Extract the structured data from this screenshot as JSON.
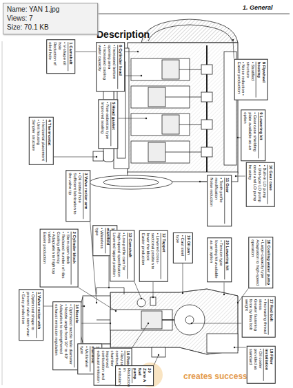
{
  "diagram": {
    "title": "Description",
    "nodes": [
      {
        "text": [
          "1 Camshaft",
          "• V-shape oil hole",
          "Reduction of oiled hole"
        ]
      },
      {
        "text": [
          "6 Cylinder head",
          "• Increased bottom opening area",
          "• Increased cooling water capacity"
        ]
      },
      {
        "text": [
          "5 Head gasket",
          "• Non-asbestos type",
          "Improved sealing"
        ]
      },
      {
        "text": [
          "4 Thermostat",
          "• Horizontal placement",
          "• Unit housing",
          "Simpler structure"
        ]
      },
      {
        "text": [
          "3 Valve rocker arm",
          "• Oil slotted hole",
          "Sufficient lubrication to the valve tip"
        ]
      },
      {
        "text": [
          "8 Flywheel housing",
          "• Stratified structure",
          "• Noise reduction • Easier production"
        ]
      },
      {
        "text": [
          "9 Lowering kit",
          "• Gear case shielding plate available as an option"
        ]
      },
      {
        "text": [
          "10 Gear case",
          "• Built-in LO pump",
          "• Unit-type LO pump cover and LO pump housing"
        ]
      },
      {
        "text": [
          "11 Gear",
          "• Tooth profile modification",
          "Noise reduction"
        ]
      },
      {
        "text": [
          "14 Exhaust manifold",
          "• Waterless type"
        ]
      },
      {
        "text": [
          "13 Camshaft",
          "• Low-profile cam for high-speed specification",
          "Lowered tappet position"
        ]
      },
      {
        "text": [
          "12 Tappet",
          "• Lowered cross-sectional position to lower the block",
          "Easier production"
        ]
      },
      {
        "text": [
          "19 Oil pan",
          "• Cast steel type"
        ]
      },
      {
        "text": [
          "20 Lowering kit",
          "• Tension type lowering kit available as an option"
        ]
      },
      {
        "text": [
          "16 Cooling water pump",
          "• Large-capacity type",
          "Adaptation to high-speed operation"
        ]
      },
      {
        "text": [
          "17 Rod bolt",
          "• Increasing thread stress",
          "Greater fastening force by less bolt weight"
        ]
      },
      {
        "text": [
          "18 Filter installation",
          "• Oil cooler provided as standard"
        ]
      },
      {
        "text": [
          "2 Cylinder block",
          "• Stem-open deck",
          "• Reduced number of ribs",
          "Cooling efficiency",
          "• Adaptation to high top valves",
          "Easier production"
        ]
      },
      {
        "text": [
          "1 Valve rocker with",
          "• Optimized shape to prevent valve stem wear",
          "• Easy production"
        ]
      },
      {
        "text": [
          "14 Nozzle",
          "• Optimized nozzle hole diameter",
          "• Nozzle angle from 30° to 40°",
          "Adaptation to strengthened exhaust emission regulation"
        ]
      },
      {
        "text": [
          "15 Intake manifold",
          "• Multivalve type"
        ]
      },
      {
        "text": [
          "16 Piston",
          "• Revised piston combustion chamber",
          "Improved combustion and exhaust emission"
        ]
      },
      {
        "text": [
          "20 Zone A fuel pump",
          "Reduction in emission"
        ]
      }
    ],
    "labels": [
      "Name: YAN 1.jpg",
      "Views: 7",
      "Size: 70.1 KB",
      "1. General",
      "creates success"
    ]
  }
}
